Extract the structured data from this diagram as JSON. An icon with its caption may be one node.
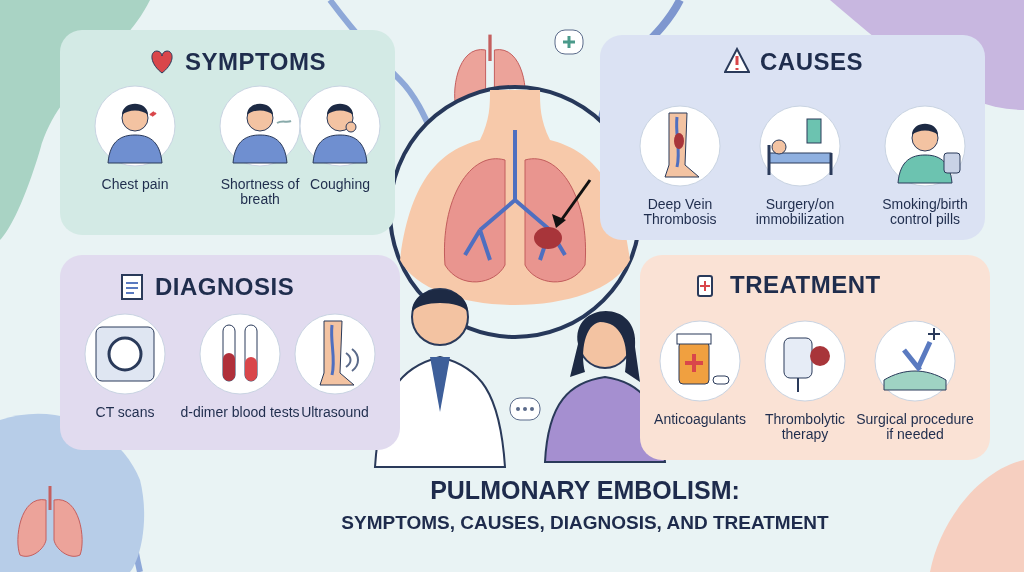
{
  "diagram": {
    "title": "PULMONARY EMBOLISM:",
    "caption": "SYMPTOMS, CAUSES, DIAGNOSIS, AND TREATMENT",
    "nodes": [
      {
        "text": [
          "SYMPTOMS"
        ]
      },
      {
        "text": [
          "Chest pain"
        ],
        "in": 0
      },
      {
        "text": [
          "Shortness of breath"
        ],
        "in": 0
      },
      {
        "text": [
          "Coughing"
        ],
        "in": 0
      },
      {
        "text": [
          "CAUSES"
        ]
      },
      {
        "text": [
          "Deep Vein Thrombosis"
        ],
        "in": 4
      },
      {
        "text": [
          "Surgery/on immobilization"
        ],
        "in": 4
      },
      {
        "text": [
          "Smoking/birth control pills"
        ],
        "in": 4
      },
      {
        "text": [
          "DIAGNOSIS"
        ]
      },
      {
        "text": [
          "CT scans"
        ],
        "in": 8
      },
      {
        "text": [
          "d-dimer blood tests"
        ],
        "in": 8
      },
      {
        "text": [
          "Ultrasound"
        ],
        "in": 8
      },
      {
        "text": [
          "TREATMENT"
        ]
      },
      {
        "text": [
          "Anticoagulants"
        ],
        "in": 12
      },
      {
        "text": [
          "Thrombolytic therapy"
        ],
        "in": 12
      },
      {
        "text": [
          "Surgical procedure if needed"
        ],
        "in": 12
      }
    ]
  }
}
